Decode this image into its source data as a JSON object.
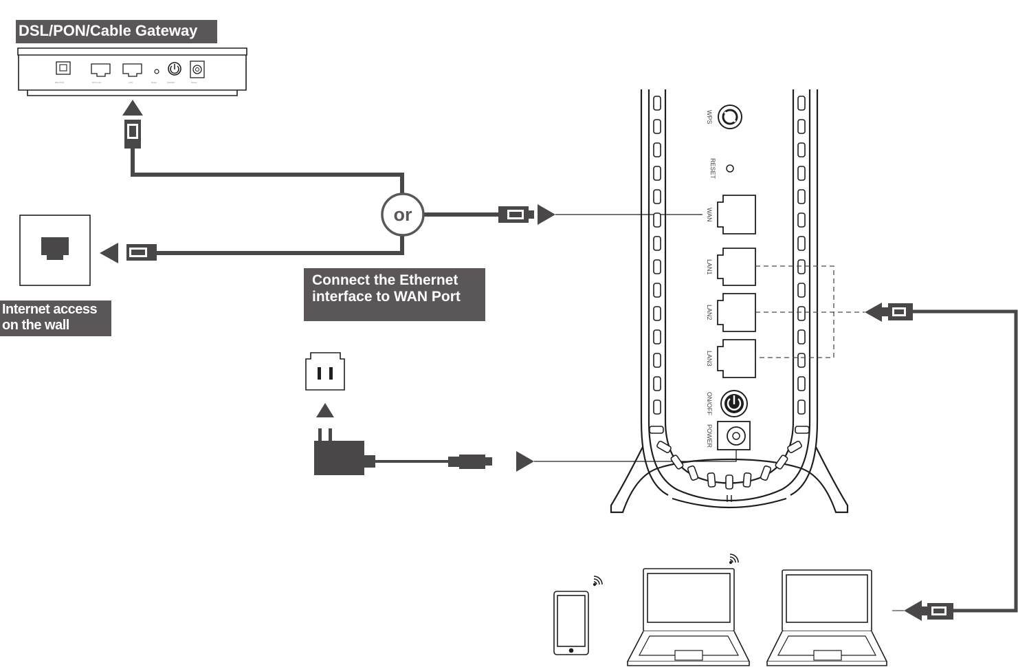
{
  "labels": {
    "gateway": "DSL/PON/Cable Gateway",
    "wall_line1": "Internet access",
    "wall_line2": "on the wall",
    "connect_line1": "Connect the Ethernet",
    "connect_line2": "interface to WAN Port",
    "or": "or"
  },
  "router_ports": {
    "wps": "WPS",
    "reset": "RESET",
    "wan": "WAN",
    "lan1": "LAN1",
    "lan2": "LAN2",
    "lan3": "LAN3",
    "onoff": "ON/OFF",
    "power": "POWER"
  },
  "colors": {
    "label_bg": "#5b5758",
    "line": "#4a4748",
    "outline": "#1e1e1e"
  },
  "icons": [
    "gateway-device",
    "wall-jack-icon",
    "ethernet-plug-icon",
    "arrow-icon",
    "power-outlet-icon",
    "power-adapter-icon",
    "router-device",
    "phone-icon",
    "laptop-icon",
    "wifi-icon"
  ]
}
